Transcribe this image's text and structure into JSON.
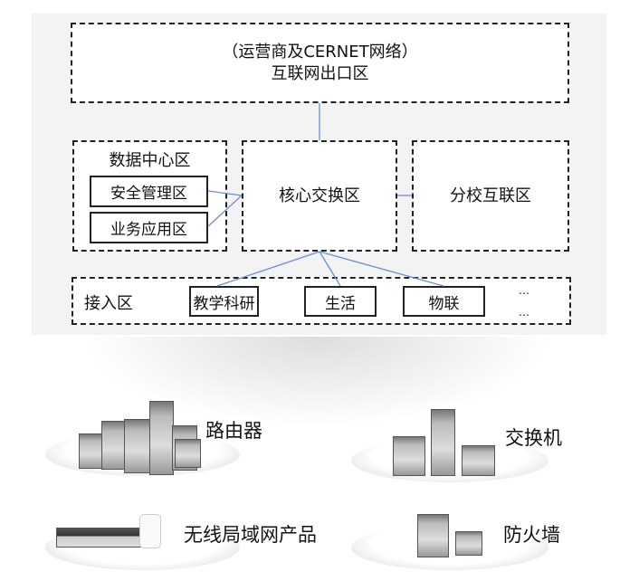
{
  "top_zone": {
    "line1": "（运营商及CERNET网络）",
    "line2": "互联网出口区"
  },
  "data_center": {
    "title": "数据中心区",
    "items": [
      "安全管理区",
      "业务应用区"
    ]
  },
  "core": {
    "title": "核心交换区"
  },
  "branch": {
    "title": "分校互联区"
  },
  "access": {
    "title": "接入区",
    "items": [
      "教学科研",
      "生活",
      "物联"
    ],
    "more": "…"
  },
  "products": [
    "路由器",
    "交换机",
    "无线局域网产品",
    "防火墙"
  ],
  "colors": {
    "link": "#6a8fd0",
    "background": "#f3f3f3"
  }
}
